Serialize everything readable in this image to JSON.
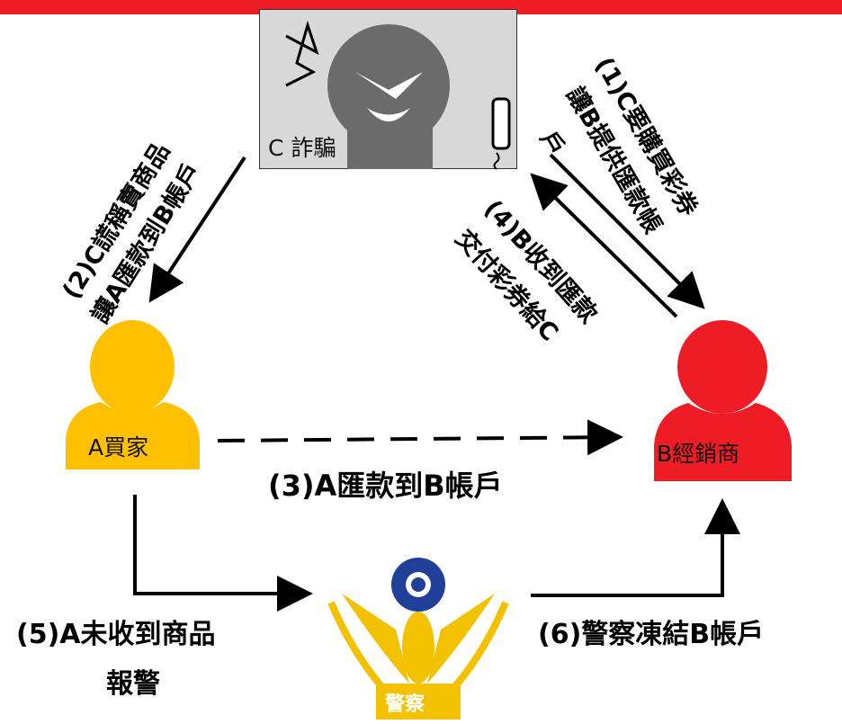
{
  "nodes": {
    "scammer": "C 詐騙",
    "buyer": "A買家",
    "dealer": "B經銷商",
    "police": "警察"
  },
  "steps": {
    "step1_line1": "(1)C要購買彩券",
    "step1_line2": "讓B提供匯款帳",
    "step1_line3": "戶",
    "step2_line1": "(2)C謊稱賣商品",
    "step2_line2": "讓A匯款到B帳戶",
    "step3": "(3)A匯款到B帳戶",
    "step4_line1": "(4)B收到匯款",
    "step4_line2": "交付彩券給C",
    "step5_line1": "(5)A未收到商品",
    "step5_line2": "報警",
    "step6": "(6)警察凍結B帳戶"
  },
  "colors": {
    "top_bar": "#ee1c24",
    "buyer": "#ffc000",
    "dealer": "#ee1c24",
    "scammer_bg": "#d8d8d8",
    "scammer_figure": "#6b6b6b",
    "police_gold": "#f2c200",
    "police_blue": "#1f3f99"
  }
}
